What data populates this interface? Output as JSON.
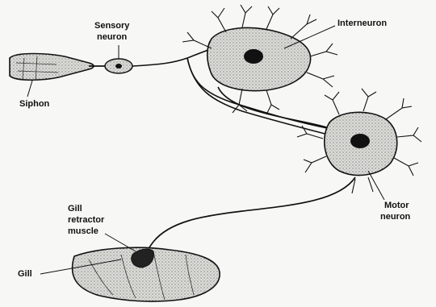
{
  "labels": {
    "sensory_line1": "Sensory",
    "sensory_line2": "neuron",
    "interneuron": "Interneuron",
    "siphon": "Siphon",
    "motor_line1": "Motor",
    "motor_line2": "neuron",
    "gill_retractor_line1": "Gill",
    "gill_retractor_line2": "retractor",
    "gill_retractor_line3": "muscle",
    "gill": "Gill"
  },
  "colors": {
    "ink": "#111111",
    "cell_fill": "#d9d9d6",
    "background": "#f7f7f5"
  }
}
